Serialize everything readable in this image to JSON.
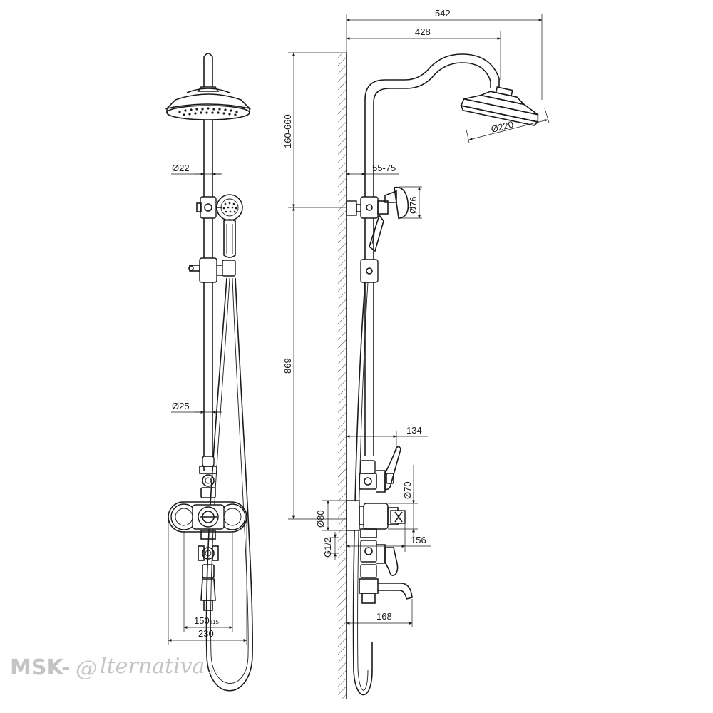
{
  "front_view": {
    "dia_pipe_upper": "Ø22",
    "dia_pipe_lower": "Ø25",
    "centers": "150",
    "centers_tolerance": "±15",
    "overall_width": "230"
  },
  "side_view": {
    "overall_depth": "542",
    "head_projection": "428",
    "head_diameter": "Ø220",
    "wall_offset": "55-75",
    "hand_shower_diameter": "Ø76",
    "height_adjust": "160-660",
    "bar_height": "869",
    "handle_projection": "134",
    "knob_diameter": "Ø70",
    "flange_diameter": "Ø80",
    "thread": "G1/2",
    "mixer_projection": "156",
    "spout_projection": "168"
  },
  "watermark": {
    "brand_left": "MSK-",
    "brand_mark": "@",
    "brand_right": "lternativa",
    "brand_tld": ".ru"
  }
}
